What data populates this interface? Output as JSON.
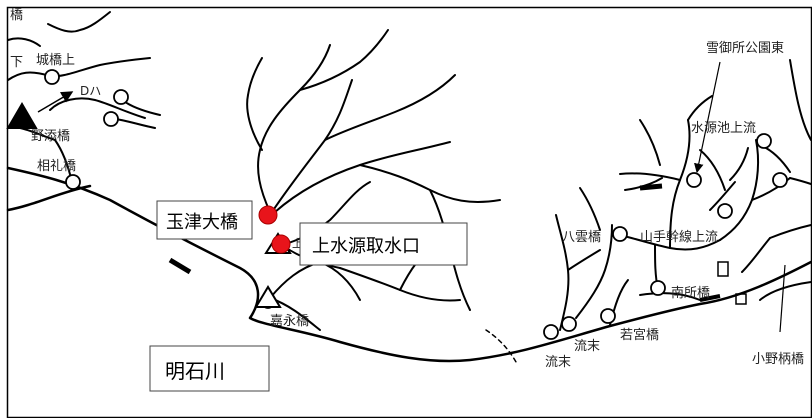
{
  "map": {
    "colors": {
      "river": "#000000",
      "border": "#000000",
      "intake_marker": "#e8141b",
      "station_fill": "#ffffff",
      "label_box_fill": "#ffffff",
      "label_box_border": "#444444"
    },
    "labels": {
      "top_left_fragment": "橋",
      "left_fragment": "下",
      "shirohashi_kami": "城橋上",
      "d_arrow": "Dハ",
      "nozoebashi": "野添橋",
      "aireibashi": "相礼橋",
      "setsugosho_koen_higashi": "雪御所公園東",
      "suigen_ike_joryu": "水源池上流",
      "yakumobashi": "八雲橋",
      "yamate_kansen_joryu": "山手幹線上流",
      "nanshobashi": "南所橋",
      "wakamiyabashi": "若宮橋",
      "ryumatsu_1": "流末",
      "ryumatsu_2": "流末",
      "onoebashi": "小野柄橋",
      "kaeibashi": "嘉永橋",
      "kami_small": "上"
    },
    "boxed_labels": {
      "tamatsu_ohashi": "玉津大橋",
      "jo_suigen_shusuiguchi": "上水源取水口",
      "akashigawa": "明石川"
    }
  }
}
